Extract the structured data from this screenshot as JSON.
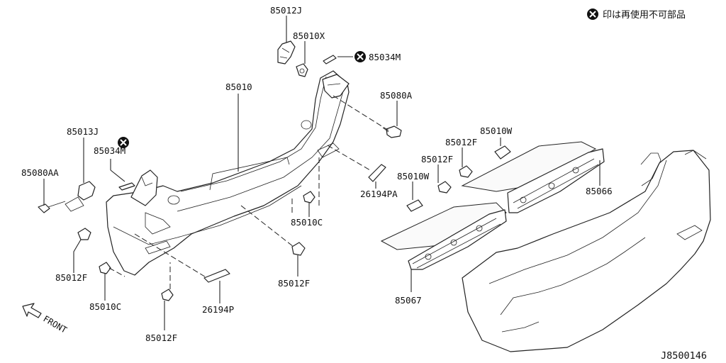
{
  "legend": {
    "text": "印は再使用不可部品",
    "mark_icon": "non-reusable-x-mark-icon"
  },
  "labels": {
    "p85012J": "85012J",
    "p85010X": "85010X",
    "p85034M_top": "85034M",
    "p85010": "85010",
    "p85080A": "85080A",
    "p85013J": "85013J",
    "p85034M_left": "85034M",
    "p85080AA": "85080AA",
    "p85010W_right": "85010W",
    "p85012F_mid": "85012F",
    "p85012F_mid2": "85012F",
    "p85010W_left": "85010W",
    "p26194PA": "26194PA",
    "p85066": "85066",
    "p85010C_center": "85010C",
    "p85012F_left": "85012F",
    "p85010C_left": "85010C",
    "p85012F_center": "85012F",
    "p26194P": "26194P",
    "p85012F_bottom": "85012F",
    "p85067": "85067"
  },
  "front_label": "FRONT",
  "diagram_code": "J8500146"
}
